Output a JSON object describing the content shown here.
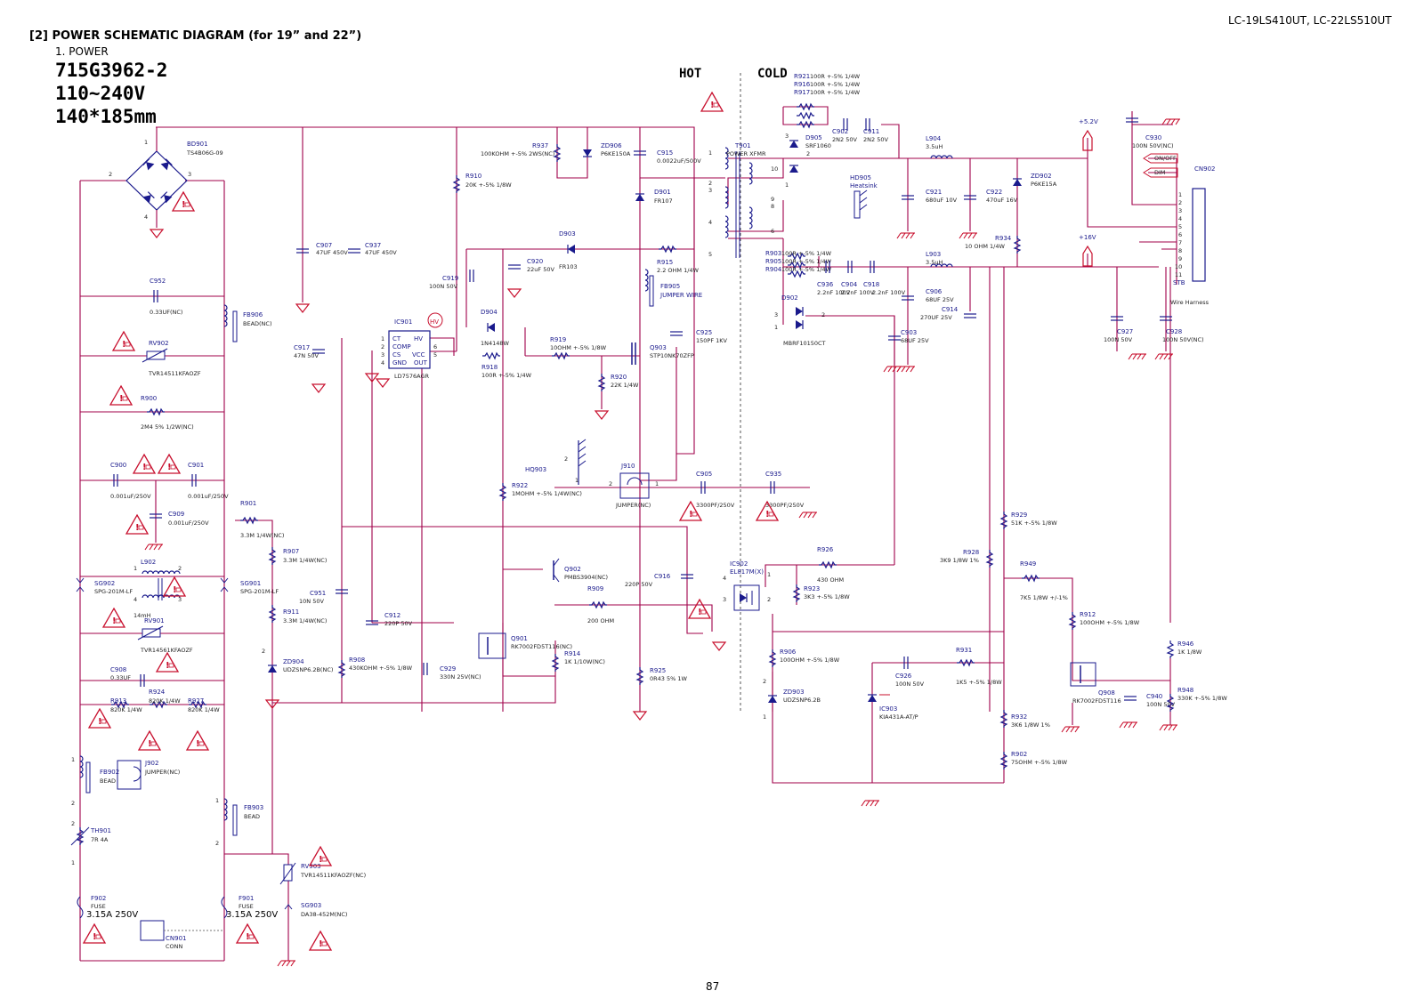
{
  "header": {
    "model": "LC-19LS410UT, LC-22LS510UT",
    "section_title": "[2] POWER SCHEMATIC DIAGRAM (for 19” and 22”)",
    "subtitle": "1. POWER",
    "board_id": "715G3962-2",
    "voltage": "110~240V",
    "size": "140*185mm"
  },
  "zones": {
    "hot": "HOT",
    "cold": "COLD"
  },
  "page_number": "87",
  "colors": {
    "wire": "#a0004a",
    "symbol": "#1a1a8c",
    "warning": "#c8102e"
  },
  "icons": [
    "warning-triangle-icon",
    "ground-icon",
    "power-arrow-icon",
    "hv-badge-icon"
  ],
  "components": {
    "bd901": {
      "ref": "BD901",
      "value": "TS4B06G-09"
    },
    "c952": {
      "ref": "C952",
      "value": "0.33UF(NC)"
    },
    "fb906": {
      "ref": "FB906",
      "value": "BEAD(NC)"
    },
    "rv902": {
      "ref": "RV902",
      "value": "TVR14511KFAOZF"
    },
    "r900": {
      "ref": "R900",
      "value": "2M4 5% 1/2W(NC)"
    },
    "c900": {
      "ref": "C900",
      "value": "0.001uF/250V"
    },
    "c901": {
      "ref": "C901",
      "value": "0.001uF/250V"
    },
    "c909": {
      "ref": "C909",
      "value": "0.001uF/250V"
    },
    "r901": {
      "ref": "R901",
      "value": "3.3M 1/4W(NC)"
    },
    "r907": {
      "ref": "R907",
      "value": "3.3M 1/4W(NC)"
    },
    "r911": {
      "ref": "R911",
      "value": "3.3M 1/4W(NC)"
    },
    "l902": {
      "ref": "L902",
      "value": "14mH"
    },
    "sg902": {
      "ref": "SG902",
      "value": "SPG-201M-LF"
    },
    "sg901": {
      "ref": "SG901",
      "value": "SPG-201M-LF"
    },
    "rv901": {
      "ref": "RV901",
      "value": "TVR14561KFAOZF"
    },
    "c908": {
      "ref": "C908",
      "value": "0.33UF"
    },
    "r913": {
      "ref": "R913",
      "value": "820K 1/4W"
    },
    "r924": {
      "ref": "R924",
      "value": "820K 1/4W"
    },
    "r927": {
      "ref": "R927",
      "value": "820K 1/4W"
    },
    "fb902": {
      "ref": "FB902",
      "value": "BEAD"
    },
    "j902": {
      "ref": "J902",
      "value": "JUMPER(NC)"
    },
    "fb903": {
      "ref": "FB903",
      "value": "BEAD"
    },
    "th901": {
      "ref": "TH901",
      "value": "7R 4A"
    },
    "rv903": {
      "ref": "RV903",
      "value": "TVR14511KFAOZF(NC)"
    },
    "sg903": {
      "ref": "SG903",
      "value": "DA38-452M(NC)"
    },
    "f902": {
      "ref": "F902",
      "value": "FUSE",
      "rating": "3.15A 250V"
    },
    "f901": {
      "ref": "F901",
      "value": "FUSE",
      "rating": "3.15A 250V"
    },
    "cn901": {
      "ref": "CN901",
      "value": "CONN"
    },
    "c907": {
      "ref": "C907",
      "value": "47UF 450V"
    },
    "c937": {
      "ref": "C937",
      "value": "47UF 450V"
    },
    "r910": {
      "ref": "R910",
      "value": "20K +-5% 1/8W"
    },
    "r937": {
      "ref": "R937",
      "value": "100KOHM +-5% 2WS(NC)"
    },
    "zd906": {
      "ref": "ZD906",
      "value": "P6KE150A"
    },
    "c915": {
      "ref": "C915",
      "value": "0.0022uF/500V"
    },
    "d901": {
      "ref": "D901",
      "value": "FR107"
    },
    "t901": {
      "ref": "T901",
      "value": "POWER XFMR"
    },
    "d903": {
      "ref": "D903",
      "value": "FR103"
    },
    "c920": {
      "ref": "C920",
      "value": "22uF 50V"
    },
    "r915": {
      "ref": "R915",
      "value": "2.2 OHM 1/4W"
    },
    "fb905": {
      "ref": "FB905",
      "value": "JUMPER WIRE"
    },
    "c919": {
      "ref": "C919",
      "value": "100N 50V"
    },
    "ic901": {
      "ref": "IC901",
      "value": "LD7576AGR",
      "pins": [
        "CT",
        "HV",
        "COMP",
        "CS",
        "VCC",
        "GND",
        "OUT"
      ]
    },
    "c917": {
      "ref": "C917",
      "value": "47N 50V"
    },
    "d904": {
      "ref": "D904",
      "value": "1N4148W"
    },
    "r919": {
      "ref": "R919",
      "value": "10OHM +-5% 1/8W"
    },
    "r918": {
      "ref": "R918",
      "value": "100R +-5% 1/4W"
    },
    "c925": {
      "ref": "C925",
      "value": "150PF 1KV"
    },
    "q903": {
      "ref": "Q903",
      "value": "STP10NK70ZFP"
    },
    "r920": {
      "ref": "R920",
      "value": "22K 1/4W"
    },
    "hq903": {
      "ref": "HQ903",
      "value": ""
    },
    "j910": {
      "ref": "J910",
      "value": "JUMPER(NC)"
    },
    "r922": {
      "ref": "R922",
      "value": "1MOHM +-5% 1/4W(NC)"
    },
    "c905": {
      "ref": "C905",
      "value": "3300PF/250V"
    },
    "c935": {
      "ref": "C935",
      "value": "3300PF/250V"
    },
    "q902": {
      "ref": "Q902",
      "value": "PMBS3904(NC)"
    },
    "c916": {
      "ref": "C916",
      "value": "220P 50V"
    },
    "r909": {
      "ref": "R909",
      "value": "200 OHM"
    },
    "c951": {
      "ref": "C951",
      "value": "10N 50V"
    },
    "c912": {
      "ref": "C912",
      "value": "220P 50V"
    },
    "q901": {
      "ref": "Q901",
      "value": "RK7002FD5T116(NC)"
    },
    "r914": {
      "ref": "R914",
      "value": "1K 1/10W(NC)"
    },
    "zd904": {
      "ref": "ZD904",
      "value": "UDZSNP6.2B(NC)"
    },
    "r908": {
      "ref": "R908",
      "value": "430KOHM +-5% 1/8W"
    },
    "c929": {
      "ref": "C929",
      "value": "330N 25V(NC)"
    },
    "r925": {
      "ref": "R925",
      "value": "0R43 5% 1W"
    },
    "ic902": {
      "ref": "IC902",
      "value": "EL817M(X)"
    },
    "r926": {
      "ref": "R926",
      "value": "430 OHM"
    },
    "r923": {
      "ref": "R923",
      "value": "3K3 +-5% 1/8W"
    },
    "r906": {
      "ref": "R906",
      "value": "100OHM +-5% 1/8W"
    },
    "zd903": {
      "ref": "ZD903",
      "value": "UDZSNP6.2B"
    },
    "ic903": {
      "ref": "IC903",
      "value": "KIA431A-AT/P"
    },
    "c926": {
      "ref": "C926",
      "value": "100N 50V"
    },
    "r931": {
      "ref": "R931",
      "value": "1K5 +-5% 1/8W"
    },
    "r932": {
      "ref": "R932",
      "value": "3K6 1/8W 1%"
    },
    "r902": {
      "ref": "R902",
      "value": "75OHM +-5% 1/8W"
    },
    "r921": {
      "ref": "R921",
      "value": "100R +-5% 1/4W"
    },
    "r916": {
      "ref": "R916",
      "value": "100R +-5% 1/4W"
    },
    "r917": {
      "ref": "R917",
      "value": "100R +-5% 1/4W"
    },
    "c902": {
      "ref": "C902",
      "value": "2N2 50V"
    },
    "c911": {
      "ref": "C911",
      "value": "2N2 50V"
    },
    "d905": {
      "ref": "D905",
      "value": "SRF1060"
    },
    "hd905": {
      "ref": "HD905",
      "value": "Heatsink"
    },
    "r903": {
      "ref": "R903",
      "value": "100R +-5% 1/4W"
    },
    "r905": {
      "ref": "R905",
      "value": "100R +-5% 1/4W"
    },
    "r904": {
      "ref": "R904",
      "value": "100R +-5% 1/4W"
    },
    "c936": {
      "ref": "C936",
      "value": "2.2nF 100V"
    },
    "c904": {
      "ref": "C904",
      "value": "2.2nF 100V"
    },
    "c918": {
      "ref": "C918",
      "value": "2.2nF 100V"
    },
    "d902": {
      "ref": "D902",
      "value": "MBRF10150CT"
    },
    "l904": {
      "ref": "L904",
      "value": "3.5uH"
    },
    "c921": {
      "ref": "C921",
      "value": "680uF 10V"
    },
    "c922": {
      "ref": "C922",
      "value": "470uF 16V"
    },
    "zd902": {
      "ref": "ZD902",
      "value": "P6KE15A"
    },
    "r934": {
      "ref": "R934",
      "value": "10 OHM 1/4W"
    },
    "l903": {
      "ref": "L903",
      "value": "3.5uH"
    },
    "c906": {
      "ref": "C906",
      "value": "68UF 25V"
    },
    "c914": {
      "ref": "C914",
      "value": "270UF 25V"
    },
    "c903": {
      "ref": "C903",
      "value": "68UF 25V"
    },
    "c930": {
      "ref": "C930",
      "value": "100N 50V(NC)"
    },
    "cn902": {
      "ref": "CN902",
      "value": "Wire Harness",
      "pins": [
        "1",
        "2",
        "3",
        "4",
        "5",
        "6",
        "7",
        "8",
        "9",
        "10",
        "11"
      ]
    },
    "c927": {
      "ref": "C927",
      "value": "100N 50V"
    },
    "c928": {
      "ref": "C928",
      "value": "100N 50V(NC)"
    },
    "r929": {
      "ref": "R929",
      "value": "51K +-5% 1/8W"
    },
    "r928": {
      "ref": "R928",
      "value": "3K9 1/8W 1%"
    },
    "r949": {
      "ref": "R949",
      "value": "7K5 1/8W +/-1%"
    },
    "r912": {
      "ref": "R912",
      "value": "100OHM +-5% 1/8W"
    },
    "r946": {
      "ref": "R946",
      "value": "1K 1/8W"
    },
    "q908": {
      "ref": "Q908",
      "value": "RK7002FD5T116"
    },
    "c940": {
      "ref": "C940",
      "value": "100N 50V"
    },
    "r948": {
      "ref": "R948",
      "value": "330K +-5% 1/8W"
    }
  },
  "nets": {
    "v5": "+5.2V",
    "v16": "+16V",
    "on_off": "ON/OFF",
    "dim": "DIM",
    "stb": "STB"
  }
}
